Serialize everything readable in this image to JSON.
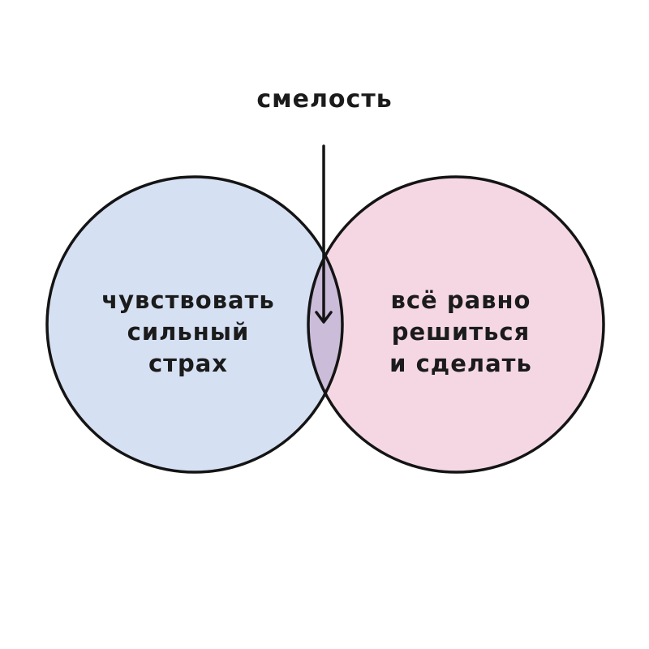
{
  "title": "смелость",
  "left_circle": {
    "lines": [
      "чувствовать",
      "сильный",
      "страх"
    ],
    "color": "#d5e0f3"
  },
  "right_circle": {
    "lines": [
      "всё равно",
      "решиться",
      "и сделать"
    ],
    "color": "#f5d7e4"
  },
  "overlap_color": "#cbbcd9",
  "stroke_color": "#141414"
}
